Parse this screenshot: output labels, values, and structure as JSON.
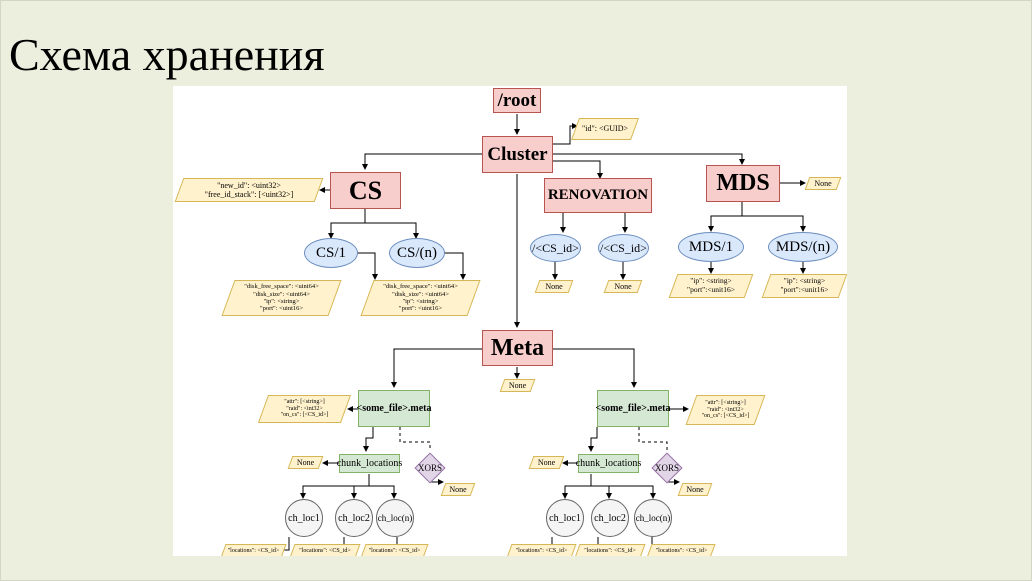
{
  "slide": {
    "title": "Схема хранения"
  },
  "nodes": {
    "root": "/root",
    "cluster": "Cluster",
    "cs": "CS",
    "renovation": "RENOVATION",
    "mds": "MDS",
    "meta": "Meta",
    "cs1": "CS/1",
    "csn": "CS/(n)",
    "ren_cs1": "/<CS_id>",
    "ren_cs2": "/<CS_id>",
    "mds1": "MDS/1",
    "mdsn": "MDS/(n)",
    "file_left": "<some_file>.meta",
    "file_right": "<some_file>.meta",
    "chunks_left": "chunk_locations",
    "chunks_right": "chunk_locations",
    "xors_left": "XORS",
    "xors_right": "XORS",
    "loc_left": [
      "ch_loc1",
      "ch_loc2",
      "ch_loc(n)"
    ],
    "loc_right": [
      "ch_loc1",
      "ch_loc2",
      "ch_loc(n)"
    ]
  },
  "values": {
    "cluster_id": "\"id\": <GUID>",
    "cs_attrs": [
      "\"new_id\": <uint32>",
      "\"free_id_stack\": [<uint32>]"
    ],
    "cs_node_attrs": [
      "\"disk_free_space\": <uint64>",
      "\"disk_size\": <uint64>",
      "\"ip\": <string>",
      "\"port\": <uint16>"
    ],
    "mds_value": "None",
    "ren_value_1": "None",
    "ren_value_2": "None",
    "mds_node_attrs": [
      "\"ip\": <string>",
      "\"port\":<unit16>"
    ],
    "meta_value": "None",
    "file_attrs": [
      "\"attr\": [<string>]",
      "\"raid\": <int32>",
      "\"on_cs\": [<CS_id>]"
    ],
    "chunks_none": "None",
    "xors_none": "None",
    "locations": "\"locations\": <CS_id>"
  },
  "colors": {
    "slide_bg": "#ecefde",
    "pink_fill": "#f8cecc",
    "pink_stroke": "#b85450",
    "blue_fill": "#dae8fc",
    "blue_stroke": "#6c8ebf",
    "green_fill": "#d5e8d4",
    "green_stroke": "#82b366",
    "yellow_fill": "#fff2cc",
    "yellow_stroke": "#d6b656",
    "grey_fill": "#f5f5f5",
    "grey_stroke": "#666666",
    "purple_fill": "#e1d5e7",
    "purple_stroke": "#9673a6"
  }
}
